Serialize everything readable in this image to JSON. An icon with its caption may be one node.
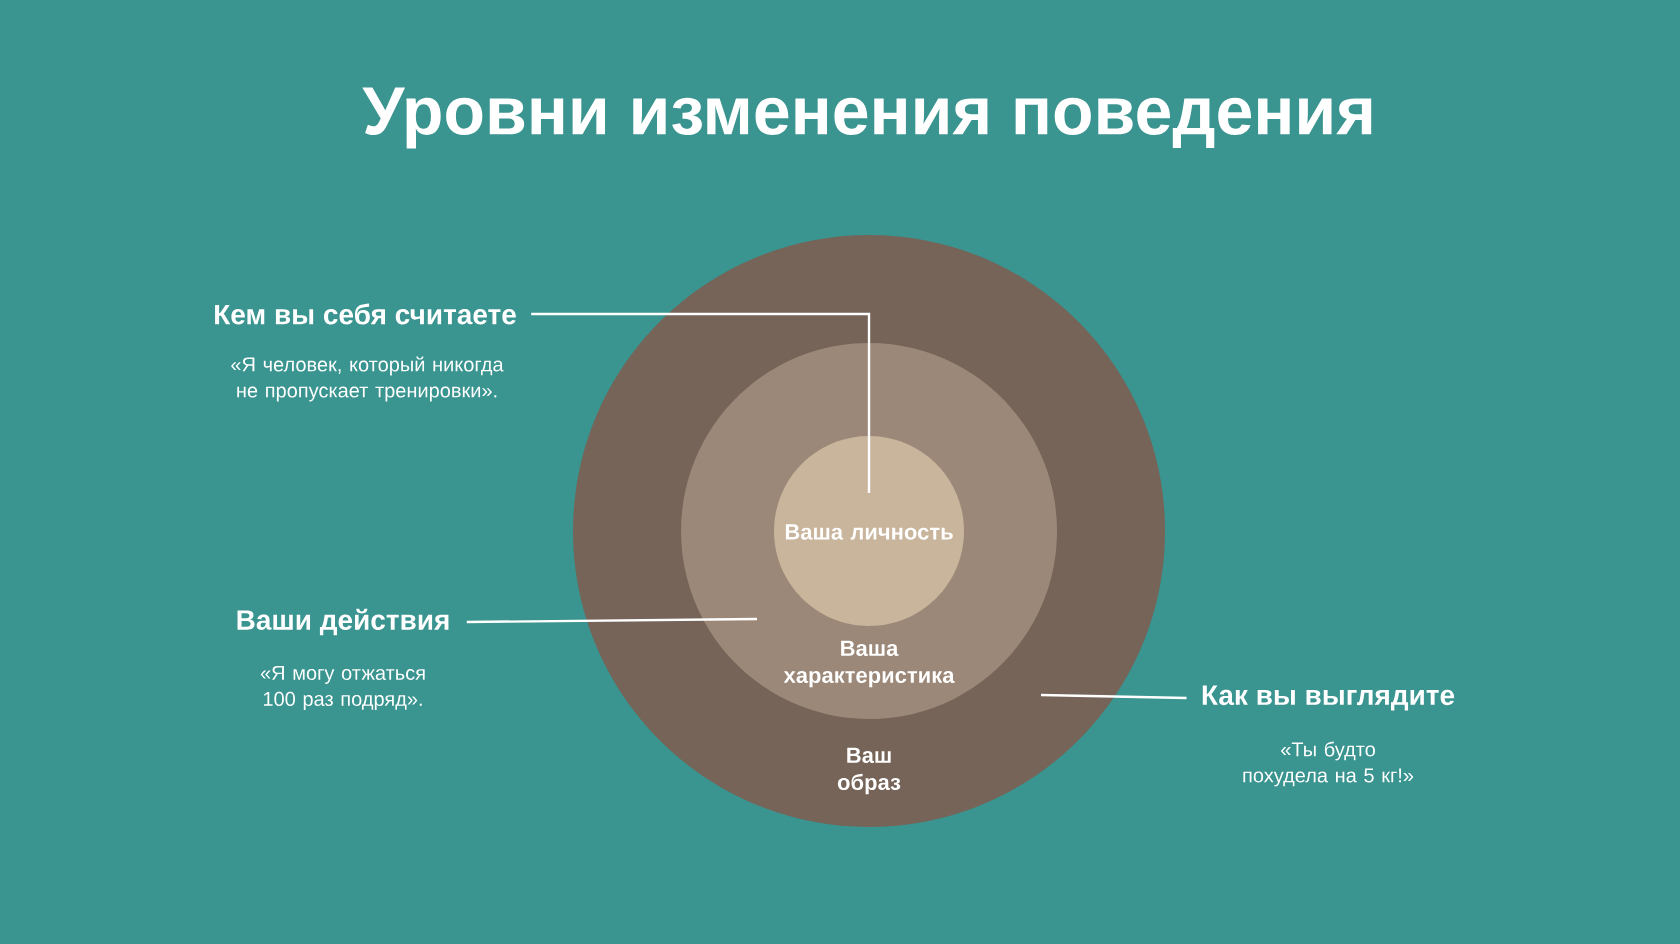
{
  "diagram": {
    "title": "Уровни изменения поведения",
    "nodes": [
      {
        "text": [
          "Ваш образ"
        ]
      },
      {
        "text": [
          "Ваша характеристика"
        ],
        "in": 0
      },
      {
        "text": [
          "Ваша личность"
        ],
        "in": 1
      },
      {
        "text": [
          "Кем вы себя считаете",
          "«Я человек, который никогда не пропускает тренировки»."
        ]
      },
      {
        "text": [
          "Ваши действия",
          "«Я могу отжаться 100 раз подряд»."
        ]
      },
      {
        "text": [
          "Как вы выглядите",
          "«Ты будто похудела на 5 кг!»"
        ]
      }
    ],
    "edges": [
      {
        "from": 3,
        "to": 2,
        "arrow": "none"
      },
      {
        "from": 4,
        "to": 1,
        "arrow": "none"
      },
      {
        "from": 5,
        "to": 0,
        "arrow": "none"
      }
    ]
  }
}
